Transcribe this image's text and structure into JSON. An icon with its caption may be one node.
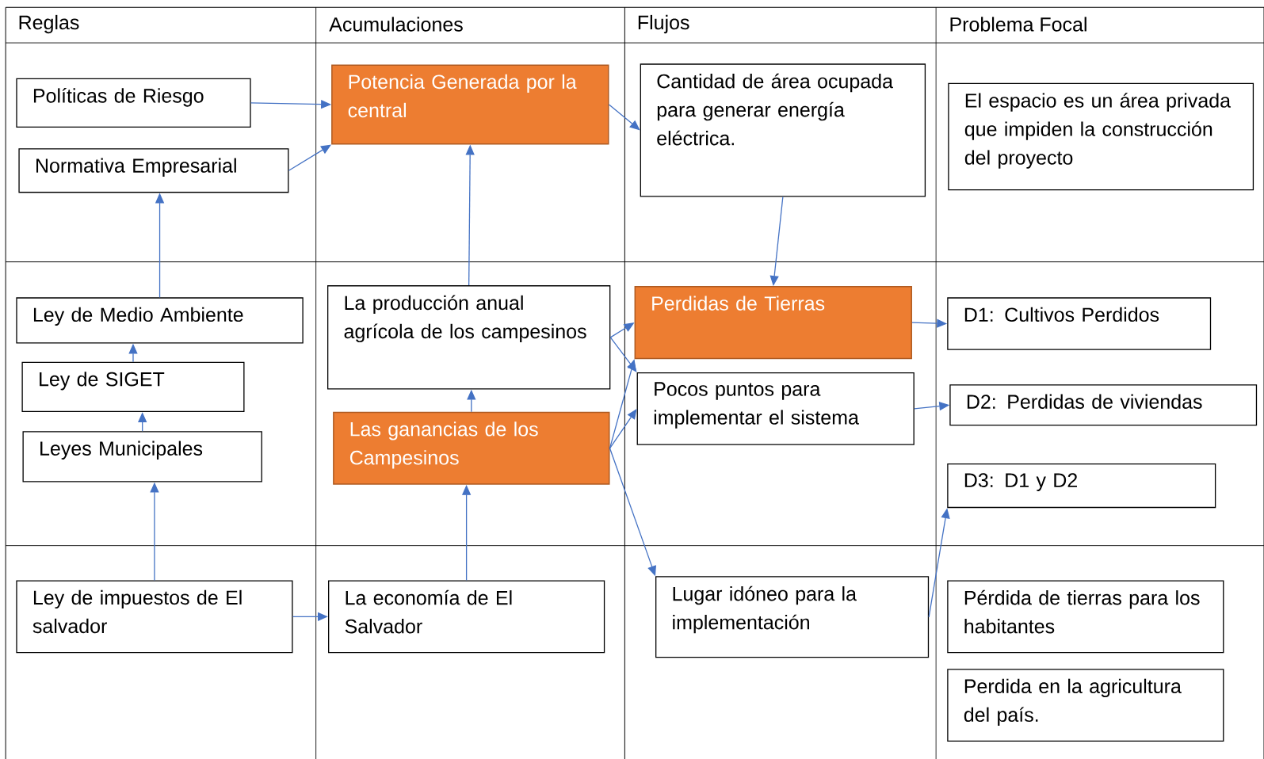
{
  "diagram": {
    "nodes": [
      {
        "text": [
          "Políticas de Riesgo"
        ]
      },
      {
        "text": [
          "Potencia Generada por la central"
        ]
      },
      {
        "text": [
          "Cantidad de área ocupada para generar energía eléctrica."
        ]
      },
      {
        "text": [
          "El espacio es un área privada que impiden la construcción del proyecto"
        ]
      },
      {
        "text": [
          "Normativa Empresarial"
        ]
      },
      {
        "text": [
          "Ley de Medio Ambiente"
        ]
      },
      {
        "text": [
          "La producción anual agrícola de los campesinos"
        ]
      },
      {
        "text": [
          "Perdidas de Tierras"
        ]
      },
      {
        "text": [
          "D1: Cultivos Perdidos"
        ]
      },
      {
        "text": [
          "Ley de SIGET"
        ]
      },
      {
        "text": [
          "Pocos puntos para implementar el sistema"
        ]
      },
      {
        "text": [
          "D2: Perdidas de viviendas"
        ]
      },
      {
        "text": [
          "Leyes Municipales"
        ]
      },
      {
        "text": [
          "Las ganancias de los Campesinos"
        ]
      },
      {
        "text": [
          "D3: D1 y D2"
        ]
      },
      {
        "text": [
          "Ley de impuestos de El salvador"
        ]
      },
      {
        "text": [
          "La economía de El Salvador"
        ]
      },
      {
        "text": [
          "Lugar idóneo para la implementación"
        ]
      },
      {
        "text": [
          "Pérdida de tierras para los habitantes"
        ]
      },
      {
        "text": [
          "Perdida en la agricultura del país."
        ]
      }
    ],
    "edges": [
      {
        "from": 0,
        "to": 1,
        "arrow": "to"
      },
      {
        "from": 4,
        "to": 1,
        "arrow": "to"
      },
      {
        "from": 1,
        "to": 2,
        "arrow": "to"
      },
      {
        "from": 6,
        "to": 1,
        "arrow": "to"
      },
      {
        "from": 2,
        "to": 7,
        "arrow": "to"
      },
      {
        "from": 6,
        "to": 7,
        "arrow": "to"
      },
      {
        "from": 6,
        "to": 10,
        "arrow": "to"
      },
      {
        "from": 13,
        "to": 7,
        "arrow": "to"
      },
      {
        "from": 13,
        "to": 10,
        "arrow": "to"
      },
      {
        "from": 13,
        "to": 17,
        "arrow": "to"
      },
      {
        "from": 7,
        "to": 8,
        "arrow": "to"
      },
      {
        "from": 10,
        "to": 11,
        "arrow": "to"
      },
      {
        "from": 17,
        "to": 14,
        "arrow": "to"
      },
      {
        "from": 9,
        "to": 5,
        "arrow": "to"
      },
      {
        "from": 5,
        "to": 4,
        "arrow": "to"
      },
      {
        "from": 12,
        "to": 9,
        "arrow": "to"
      },
      {
        "from": 15,
        "to": 12,
        "arrow": "to"
      },
      {
        "from": 15,
        "to": 16,
        "arrow": "to"
      },
      {
        "from": 16,
        "to": 13,
        "arrow": "to"
      },
      {
        "from": 13,
        "to": 6,
        "arrow": "to"
      }
    ],
    "labels": [
      "Reglas",
      "Acumulaciones",
      "Flujos",
      "Problema Focal"
    ]
  }
}
